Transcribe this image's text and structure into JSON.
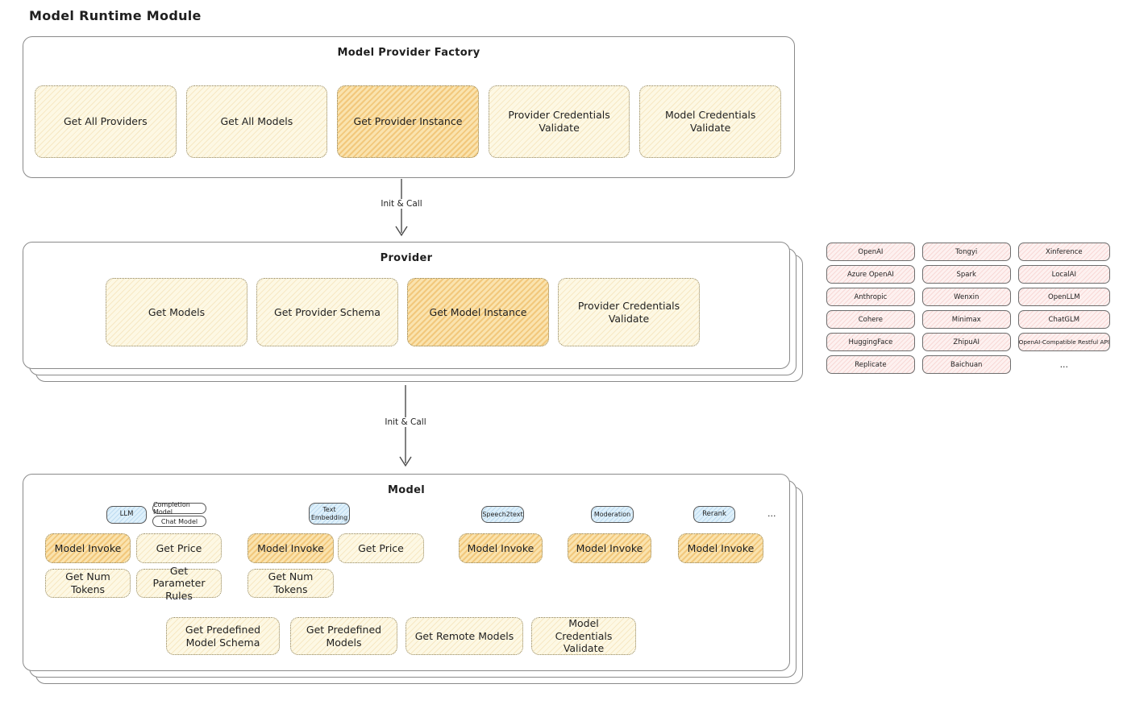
{
  "title": "Model Runtime Module",
  "colors": {
    "yellow_light": "#fdf8e4",
    "yellow_highlight": "#fae3ae",
    "pink_chip": "#fdf1f0",
    "blue_chip": "#def0fb",
    "card_border": "#8a8a8a"
  },
  "factory": {
    "title": "Model Provider Factory",
    "buttons": [
      {
        "label": "Get All Providers",
        "variant": "light"
      },
      {
        "label": "Get All Models",
        "variant": "light"
      },
      {
        "label": "Get Provider Instance",
        "variant": "highlight"
      },
      {
        "label": "Provider Credentials Validate",
        "variant": "light"
      },
      {
        "label": "Model Credentials Validate",
        "variant": "light"
      }
    ]
  },
  "arrow1": {
    "label": "Init & Call"
  },
  "provider": {
    "title": "Provider",
    "buttons": [
      {
        "label": "Get Models",
        "variant": "light"
      },
      {
        "label": "Get Provider Schema",
        "variant": "light"
      },
      {
        "label": "Get Model Instance",
        "variant": "highlight"
      },
      {
        "label": "Provider Credentials Validate",
        "variant": "light"
      }
    ]
  },
  "provider_registry": {
    "items": [
      "OpenAI",
      "Tongyi",
      "Xinference",
      "Azure OpenAI",
      "Spark",
      "LocalAI",
      "Anthropic",
      "Wenxin",
      "OpenLLM",
      "Cohere",
      "Minimax",
      "ChatGLM",
      "HuggingFace",
      "ZhipuAI",
      "OpenAI-Compatible Restful API",
      "Replicate",
      "Baichuan"
    ],
    "more": "..."
  },
  "arrow2": {
    "label": "Init & Call"
  },
  "model": {
    "title": "Model",
    "tabs": {
      "llm": "LLM",
      "completion_model": "Completion Model",
      "chat_model": "Chat Model",
      "text_embedding": "Text Embedding",
      "speech2text": "Speech2text",
      "moderation": "Moderation",
      "rerank": "Rerank",
      "more": "..."
    },
    "buttons": {
      "model_invoke": "Model Invoke",
      "get_price": "Get Price",
      "get_num_tokens": "Get Num Tokens",
      "get_parameter_rules": "Get Parameter Rules"
    },
    "bottom_buttons": [
      "Get Predefined Model Schema",
      "Get Predefined Models",
      "Get Remote Models",
      "Model Credentials Validate"
    ]
  }
}
